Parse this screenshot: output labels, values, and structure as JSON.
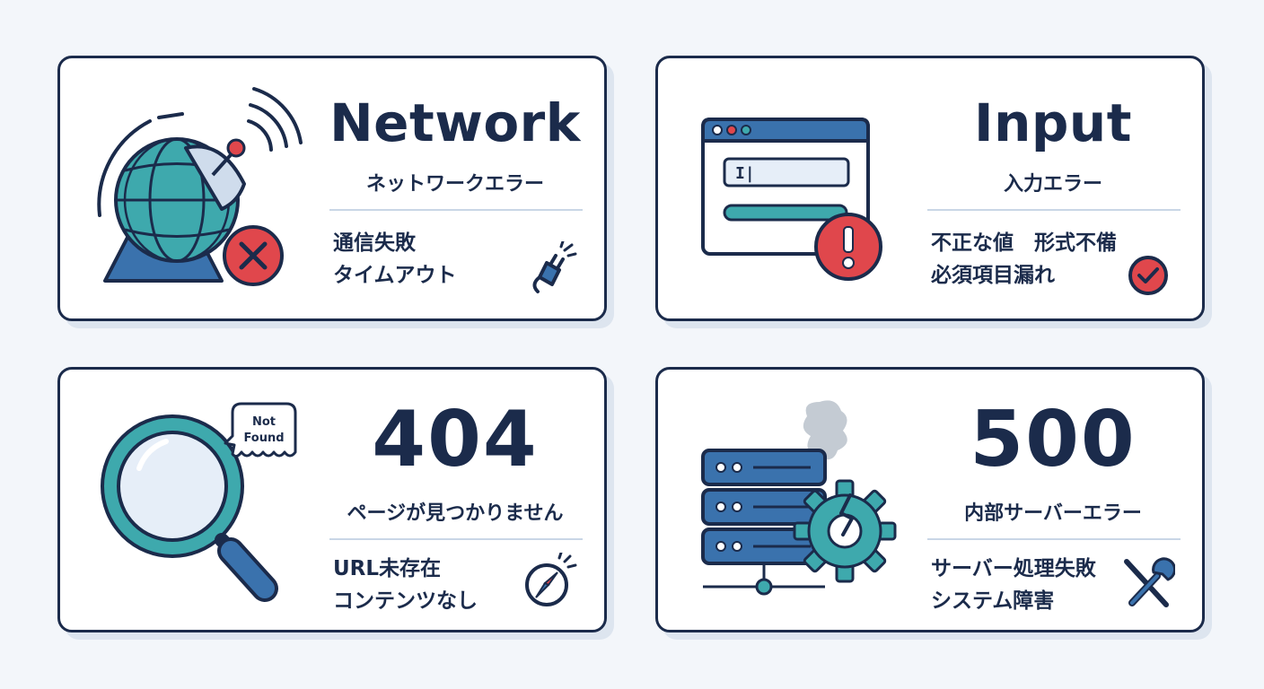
{
  "colors": {
    "navy": "#1b2b4b",
    "teal": "#3ea9ad",
    "blue": "#3a72ad",
    "red": "#e0474c",
    "lightblue": "#e6eef8",
    "gray": "#c4cbd3"
  },
  "cards": [
    {
      "title": "Network",
      "subtitle": "ネットワークエラー",
      "details": [
        "通信失敗",
        "タイムアウト"
      ],
      "icon": "satellite-dish-icon",
      "mini_icon": "plug-icon"
    },
    {
      "title": "Input",
      "subtitle": "入力エラー",
      "details": [
        "不正な値　形式不備",
        "必須項目漏れ"
      ],
      "icon": "browser-window-icon",
      "mini_icon": "check-circle-icon"
    },
    {
      "title": "404",
      "subtitle": "ページが見つかりません",
      "details": [
        "URL未存在",
        "コンテンツなし"
      ],
      "icon": "magnifier-icon",
      "mini_icon": "compass-icon",
      "bubble": [
        "Not",
        "Found"
      ]
    },
    {
      "title": "500",
      "subtitle": "内部サーバーエラー",
      "details": [
        "サーバー処理失敗",
        "システム障害"
      ],
      "icon": "server-icon",
      "mini_icon": "wrench-icon"
    }
  ]
}
